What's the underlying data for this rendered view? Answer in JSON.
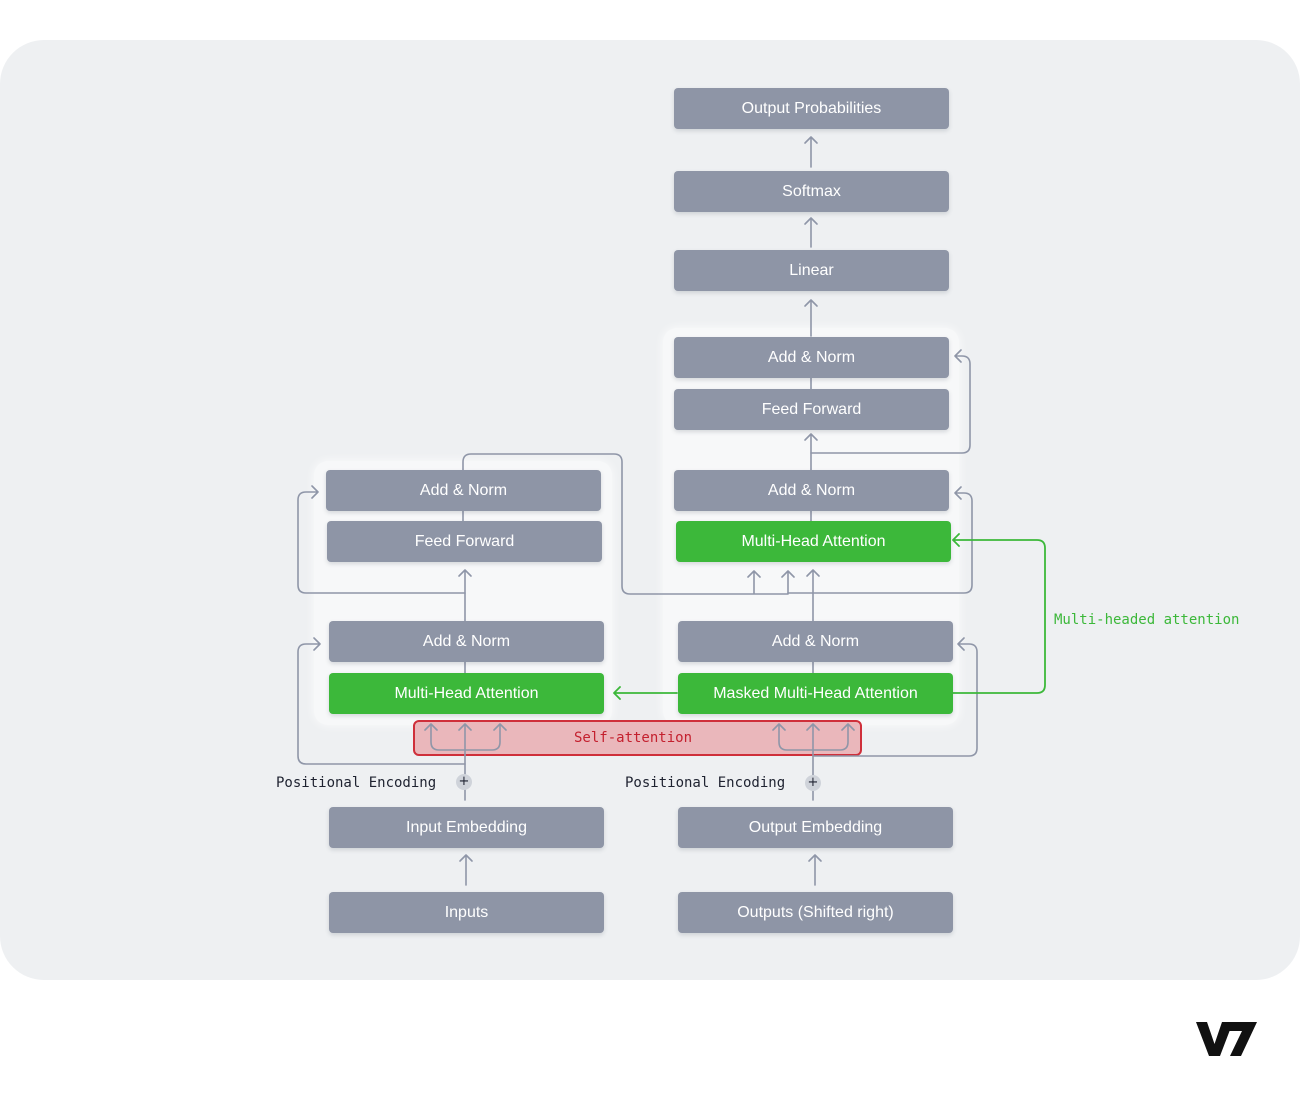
{
  "decoder_top": {
    "output_probabilities": "Output Probabilities",
    "softmax": "Softmax",
    "linear": "Linear"
  },
  "decoder": {
    "add_norm_top": "Add & Norm",
    "feed_forward": "Feed Forward",
    "add_norm_mid": "Add & Norm",
    "multi_head_attention": "Multi-Head Attention",
    "add_norm_bottom": "Add & Norm",
    "masked_multi_head_attention": "Masked Multi-Head Attention"
  },
  "encoder": {
    "add_norm_top": "Add & Norm",
    "feed_forward": "Feed Forward",
    "add_norm_bottom": "Add & Norm",
    "multi_head_attention": "Multi-Head Attention"
  },
  "inputs_side": {
    "positional_encoding": "Positional Encoding",
    "plus": "+",
    "embedding": "Input Embedding",
    "inputs": "Inputs"
  },
  "outputs_side": {
    "positional_encoding": "Positional Encoding",
    "plus": "+",
    "embedding": "Output Embedding",
    "outputs": "Outputs (Shifted right)"
  },
  "annotations": {
    "self_attention": "Self-attention",
    "multi_headed_attention": "Multi-headed attention"
  },
  "logo": "V7",
  "colors": {
    "box_gray": "#8e95a6",
    "attention_green": "#3cb83a",
    "self_attention_red": "#cf2f3a",
    "self_attention_fill": "#eab7bb",
    "wire_gray": "#8f96a8",
    "panel_bg": "#eef0f2"
  }
}
